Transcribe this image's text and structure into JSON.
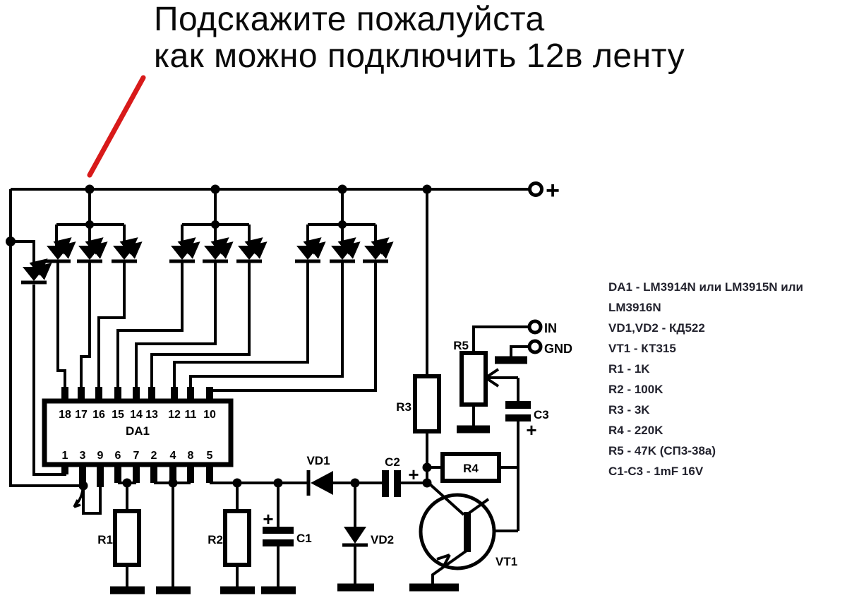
{
  "title": {
    "line1": "Подскажите пожалуйста",
    "line2": "как можно подключить 12в ленту"
  },
  "ic": {
    "name": "DA1",
    "top_pins": [
      "18",
      "17",
      "16",
      "15",
      "14",
      "13",
      "12",
      "11",
      "10"
    ],
    "bottom_pins": [
      "1",
      "3",
      "9",
      "6",
      "7",
      "2",
      "4",
      "8",
      "5"
    ]
  },
  "components": {
    "r1": "R1",
    "r2": "R2",
    "r3": "R3",
    "r4": "R4",
    "r5": "R5",
    "c1": "C1",
    "c2": "C2",
    "c3": "C3",
    "vd1": "VD1",
    "vd2": "VD2",
    "vt1": "VT1"
  },
  "terminals": {
    "plus": "+",
    "in": "IN",
    "gnd": "GND"
  },
  "plus_sign": "+",
  "parts_list": [
    "DA1 - LM3914N или LM3915N или",
    "LM3916N",
    "VD1,VD2 - КД522",
    "VT1 - КТ315",
    "R1 - 1K",
    "R2 - 100K",
    "R3 - 3K",
    "R4 - 220K",
    "R5 - 47K (СП3-38а)",
    "C1-C3 - 1mF 16V"
  ],
  "colors": {
    "wire": "#000000",
    "annotation_red": "#d81a1a",
    "background": "#ffffff"
  }
}
